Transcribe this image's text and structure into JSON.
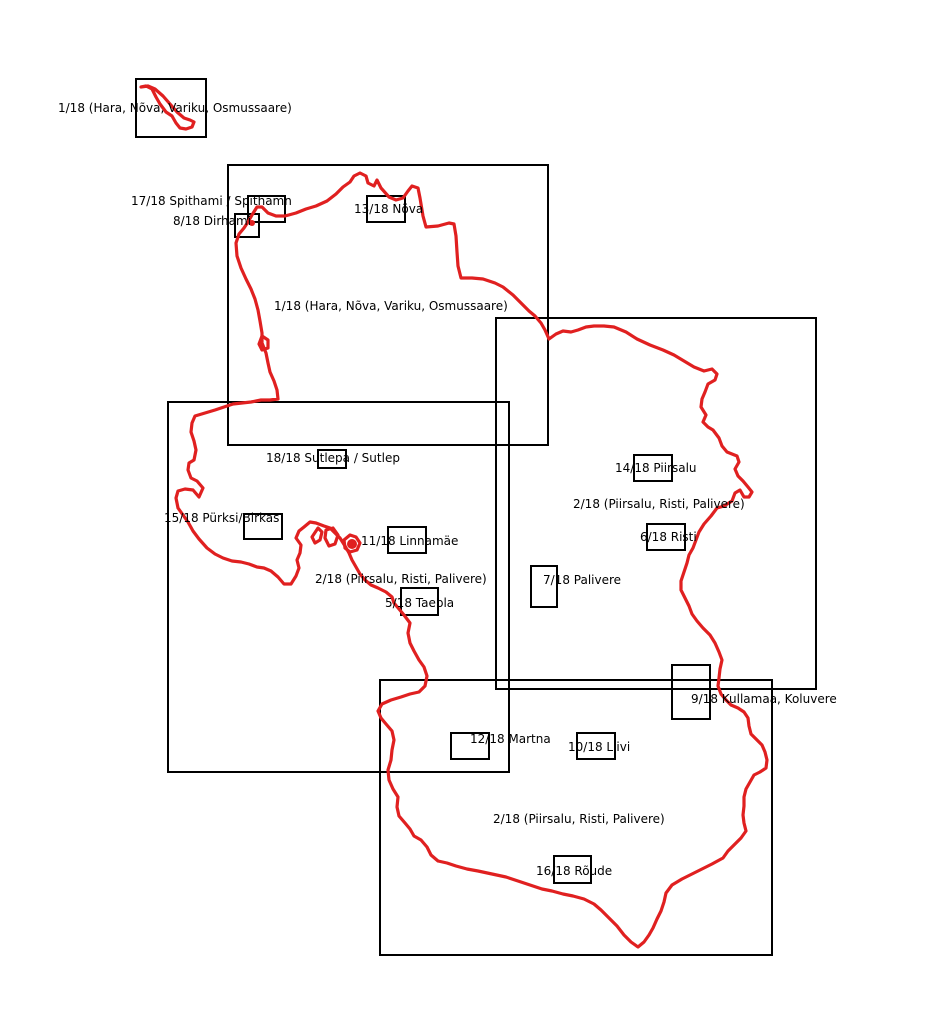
{
  "map": {
    "border_color": "#e02020",
    "frame_color": "#000000",
    "labels": {
      "hara_top": "1/18 (Hara, Nõva, Variku, Osmussaare)",
      "spithami": "17/18 Spithami / Spithamn",
      "dirhami": "8/18 Dirhami",
      "nova": "13/18 Nõva",
      "hara_main": "1/18 (Hara, Nõva, Variku, Osmussaare)",
      "sutlepa": "18/18 Sutlepa / Sutlep",
      "piirsalu": "14/18 Piirsalu",
      "piirsalu_group_east": "2/18 (Piirsalu, Risti, Palivere)",
      "purksi": "15/18 Pürksi/Birkas",
      "linnamae": "11/18 Linnamäe",
      "risti": "6/18 Risti",
      "piirsalu_group_west": "2/18 (Piirsalu, Risti, Palivere)",
      "palivere": "7/18 Palivere",
      "taebla": "5/18 Taebla",
      "kullamaa": "9/18 Kullamaa, Koluvere",
      "martna": "12/18 Martna",
      "liivi": "10/18 Liivi",
      "piirsalu_group_south": "2/18 (Piirsalu, Risti, Palivere)",
      "roude": "16/18 Rõude"
    }
  }
}
